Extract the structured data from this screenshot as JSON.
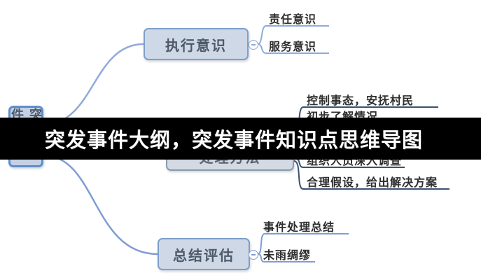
{
  "banner": {
    "title": "突发事件大纲，突发事件知识点思维导图"
  },
  "mindmap": {
    "root": {
      "label": "突发事件"
    },
    "branches": [
      {
        "label": "执行意识",
        "children": [
          "责任意识",
          "服务意识"
        ]
      },
      {
        "label": "处理方法",
        "children": [
          "控制事态，安抚村民",
          "初步了解情况",
          "组织人员深入调查",
          "合理假设，给出解决方案"
        ]
      },
      {
        "label": "总结评估",
        "children": [
          "事件处理总结",
          "未雨绸缪"
        ]
      }
    ]
  },
  "colors": {
    "banner_bg": "#000000",
    "banner_text": "#ffffff",
    "node_fill": "#cfd8e6",
    "node_border": "#7d9fca",
    "root_border": "#5f8ec9",
    "branch_exec": "#8faadc",
    "branch_method": "#3d5270",
    "branch_summary": "#7f9cd4",
    "leaf_text": "#2e2e2e"
  }
}
